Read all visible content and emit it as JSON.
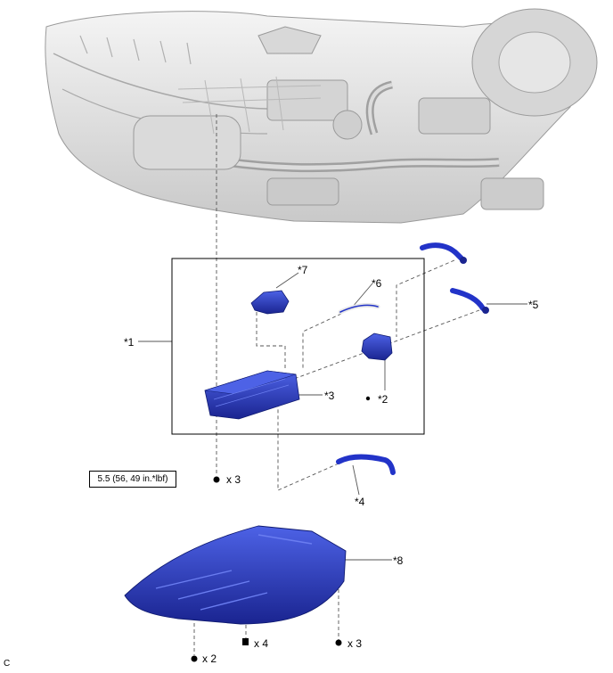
{
  "callouts": {
    "c1": "*1",
    "c2": "*2",
    "c3": "*3",
    "c4": "*4",
    "c5": "*5",
    "c6": "*6",
    "c7": "*7",
    "c8": "*8"
  },
  "torque": {
    "spec": "5.5 (56, 49 in.*lbf)"
  },
  "quantities": {
    "nuts_canister": "x 3",
    "clips_left": "x 2",
    "bolts_center": "x 4",
    "nuts_right": "x 3"
  },
  "footer": {
    "code": "C"
  },
  "colors": {
    "part_blue": "#2233c8",
    "part_blue_dark": "#1a2490",
    "part_blue_light": "#4d62e6",
    "vehicle_gray": "#bdbdbd",
    "leader_gray": "#555555"
  }
}
